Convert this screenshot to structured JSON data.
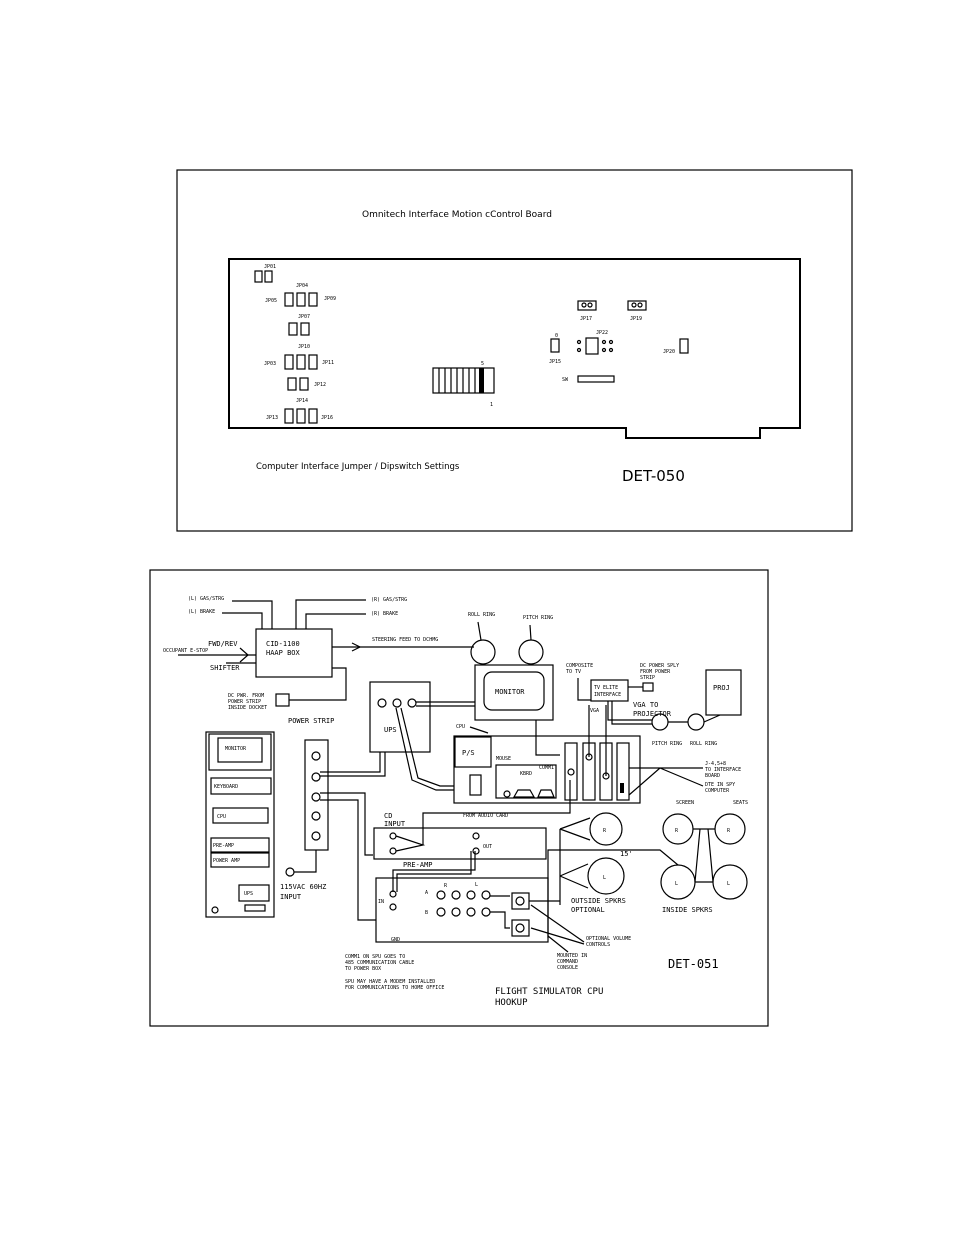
{
  "diagram1": {
    "title": "Omnitech Interface Motion cControl Board",
    "caption": "Computer Interface Jumper / Dipswitch Settings",
    "dwg": "DET-050",
    "jumpers": {
      "jp01": "JP01",
      "jp04": "JP04",
      "jp05": "JP05",
      "jp09": "JP09",
      "jp07": "JP07",
      "jp10": "JP10",
      "jp03": "JP03",
      "jp11": "JP11",
      "jp12": "JP12",
      "jp14": "JP14",
      "jp13": "JP13",
      "jp16": "JP16",
      "jp17": "JP17",
      "jp19": "JP19",
      "jp22": "JP22",
      "jp15": "JP15",
      "jp20": "JP20",
      "sw": "SW",
      "pin5": "5",
      "pin1": "1",
      "pin0": "0"
    }
  },
  "diagram2": {
    "title_line1": "FLIGHT SIMULATOR CPU",
    "title_line2": "HOOKUP",
    "dwg": "DET-051",
    "labels": {
      "gas_strg_left": "(L) GAS/STRG",
      "brake_left": "(L) BRAKE",
      "gas_strg_right": "(R) GAS/STRG",
      "brake_right": "(R) BRAKE",
      "fwd_rev": "FWD/REV",
      "occupant_estop": "OCCUPANT E-STOP",
      "shifter": "SHIFTER",
      "haap_line1": "CID-1100",
      "haap_line2": "HAAP BOX",
      "steering_feed": "STEERING FEED TO DCHMG",
      "dc_pwr_line1": "DC PWR. FROM",
      "dc_pwr_line2": "POWER STRIP",
      "dc_pwr_line3": "INSIDE DOCKET",
      "power_strip": "POWER STRIP",
      "roll_ring_top": "ROLL RING",
      "pitch_ring_top": "PITCH RING",
      "monitor": "MONITOR",
      "ups": "UPS",
      "cpu": "CPU",
      "ps": "P/S",
      "mouse": "MOUSE",
      "kbrd": "KBRD",
      "comm1": "COMM1",
      "composite_line1": "COMPOSITE",
      "composite_line2": "TO TV",
      "tv_elite_line1": "TV ELITE",
      "tv_elite_line2": "INTERFACE",
      "dc_power_line1": "DC POWER SPLY",
      "dc_power_line2": "FROM POWER",
      "dc_power_line3": "STRIP",
      "proj": "PROJ",
      "vga": "VGA",
      "vga_to_line1": "VGA TO",
      "vga_to_line2": "PROJECTOR",
      "pitch_ring": "PITCH RING",
      "roll_ring": "ROLL RING",
      "interface_line1": "J-4,5+8",
      "interface_line2": "TO INTERFACE",
      "interface_line3": "BOARD",
      "spy_line1": "DTE IN SPY",
      "spy_line2": "COMPUTER",
      "screen": "SCREEN",
      "seats": "SEATS",
      "rack_monitor": "MONITOR",
      "rack_keyboard": "KEYBOARD",
      "rack_cpu": "CPU",
      "rack_preamp": "PRE-AMP",
      "rack_power_amp": "POWER AMP",
      "rack_ups": "UPS",
      "vac_line1": "115VAC 60HZ",
      "vac_line2": "INPUT",
      "from_audio": "FROM AUDIO CARD",
      "cd_line1": "CD",
      "cd_line2": "INPUT",
      "out": "OUT",
      "preamp": "PRE-AMP",
      "in": "IN",
      "gnd": "GND",
      "ch_a": "A",
      "ch_b": "B",
      "ch_r": "R",
      "ch_l": "L",
      "spk_r": "R",
      "spk_l": "L",
      "distance": "15'",
      "outside_line1": "OUTSIDE SPKRS",
      "outside_line2": "OPTIONAL",
      "inside": "INSIDE SPKRS",
      "volume_line1": "OPTIONAL VOLUME",
      "volume_line2": "CONTROLS",
      "mounted_line1": "MOUNTED IN",
      "mounted_line2": "COMMAND",
      "mounted_line3": "CONSOLE",
      "comm_note_line1": "COMM1 ON SPU GOES TO",
      "comm_note_line2": "485 COMMUNICATION CABLE",
      "comm_note_line3": "TO POWER BOX",
      "modem_note_line1": "SPU MAY HAVE A MODEM INSTALLED",
      "modem_note_line2": "FOR COMMUNICATIONS TO HOME OFFICE"
    }
  }
}
